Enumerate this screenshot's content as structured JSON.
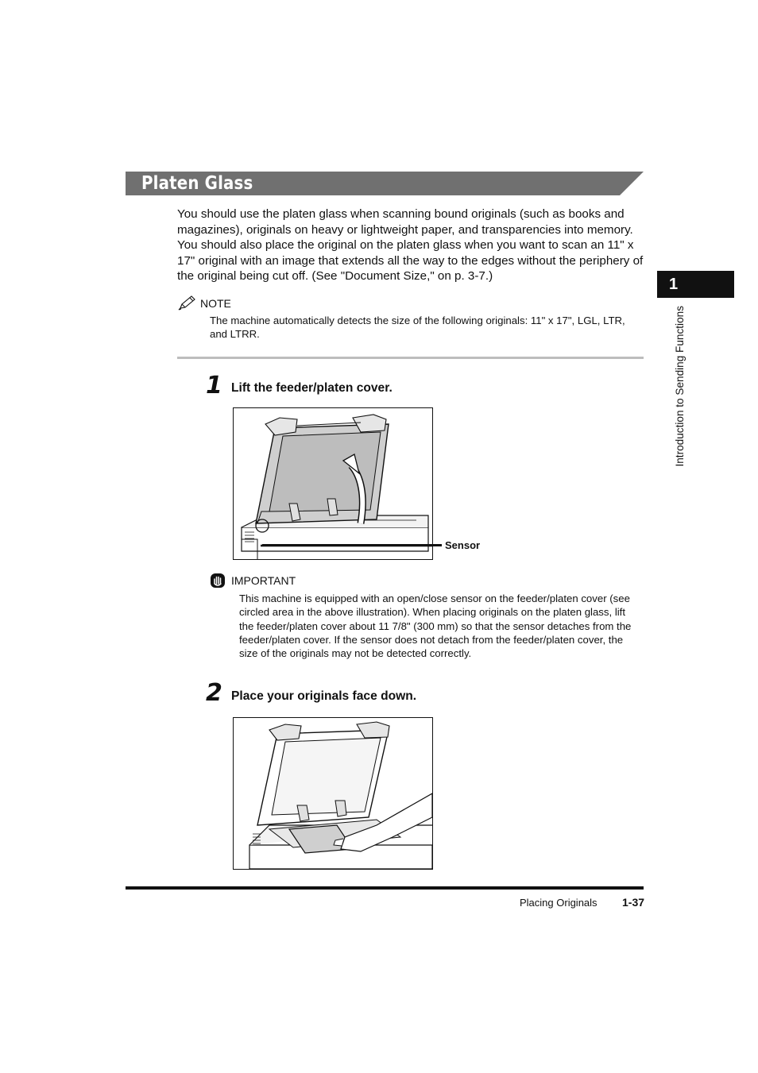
{
  "section": {
    "title": "Platen Glass"
  },
  "intro": "You should use the platen glass when scanning bound originals (such as books and magazines), originals on heavy or lightweight paper, and transparencies into memory. You should also place the original on the platen glass when you want to scan an 11\" x 17\" original with an image that extends all the way to the edges without the periphery of the original being cut off. (See \"Document Size,\" on p. 3-7.)",
  "note": {
    "label": "NOTE",
    "text": "The machine automatically detects the size of the following originals: 11\" x 17\", LGL, LTR, and LTRR."
  },
  "steps": [
    {
      "number": "1",
      "title": "Lift the feeder/platen cover.",
      "callout": "Sensor"
    },
    {
      "number": "2",
      "title": "Place your originals face down."
    }
  ],
  "important": {
    "label": "IMPORTANT",
    "text": "This machine is equipped with an open/close sensor on the feeder/platen cover (see circled area in the above illustration). When placing originals on the platen glass, lift the feeder/platen cover about 11 7/8\" (300 mm) so that the sensor detaches from the feeder/platen cover. If the sensor does not detach from the feeder/platen cover, the size of the originals may not be detected correctly."
  },
  "footer": {
    "section": "Placing Originals",
    "page": "1-37"
  },
  "side_tab": {
    "chapter_number": "1",
    "chapter_title": "Introduction to Sending Functions"
  },
  "icons": {
    "note": "pencil-icon",
    "important": "hand-stop-icon"
  }
}
